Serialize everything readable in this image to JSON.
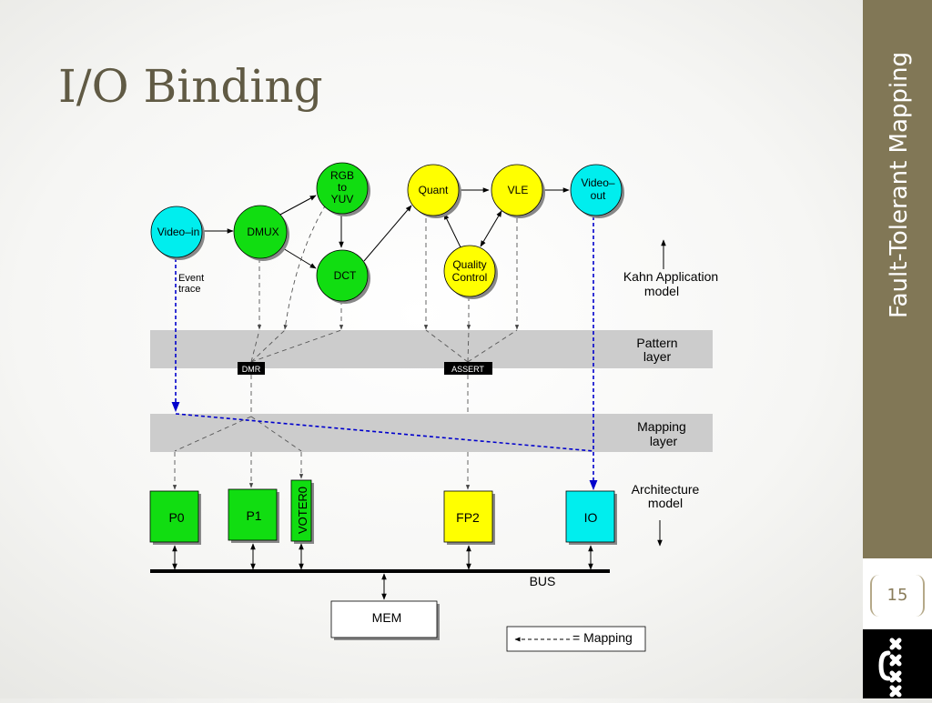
{
  "slide": {
    "title": "I/O Binding",
    "side_title": "Fault-Tolerant Mapping",
    "page_number": "15"
  },
  "diagram": {
    "nodes": {
      "video_in": "Video–in",
      "dmux": "DMUX",
      "rgb_to_yuv": [
        "RGB",
        "to",
        "YUV"
      ],
      "dct": "DCT",
      "quant": "Quant",
      "vle": "VLE",
      "video_out": [
        "Video–",
        "out"
      ],
      "quality_control": [
        "Quality",
        "Control"
      ]
    },
    "labels": {
      "event_trace": [
        "Event",
        "trace"
      ],
      "kahn_model": [
        "Kahn Application",
        "model"
      ],
      "pattern_layer": [
        "Pattern",
        "layer"
      ],
      "mapping_layer": [
        "Mapping",
        "layer"
      ],
      "architecture_model": [
        "Architecture",
        "model"
      ],
      "dmr": "DMR",
      "assert": "ASSERT",
      "bus": "BUS",
      "legend": "= Mapping"
    },
    "arch": {
      "p0": "P0",
      "p1": "P1",
      "voter0": "VOTER0",
      "fp2": "FP2",
      "io": "IO",
      "mem": "MEM"
    }
  },
  "colors": {
    "green": "#11dd11",
    "yellow": "#ffff00",
    "cyan": "#00eeee",
    "band": "#cccccc",
    "mapping_blue": "#0000cc",
    "side_panel": "#817756",
    "title": "#605a44"
  }
}
